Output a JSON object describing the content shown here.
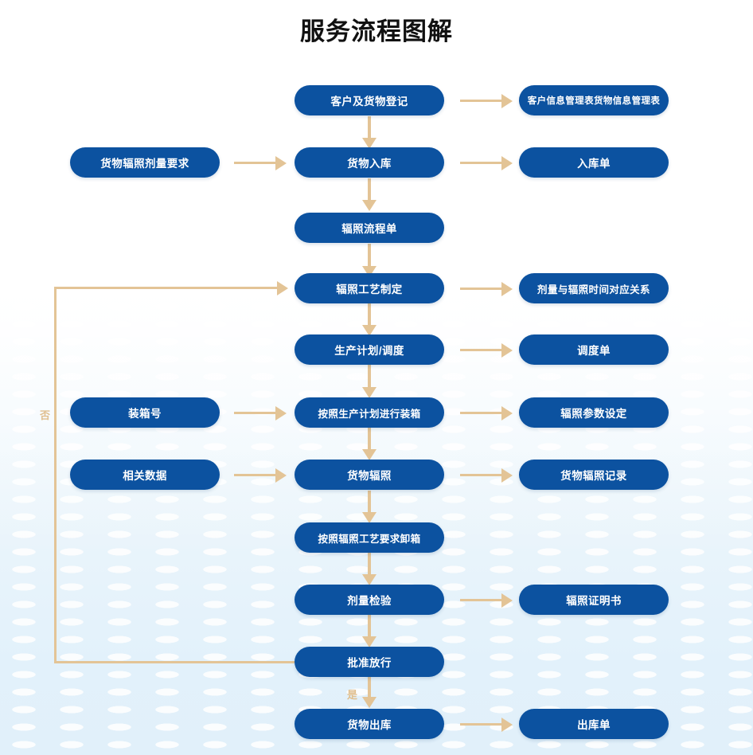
{
  "title": "服务流程图解",
  "theme": {
    "node_fill": "#0c52a0",
    "node_text": "#ffffff",
    "connector": "#e3c496",
    "background_top": "#ffffff",
    "background_bottom": "#e1f0fa",
    "title_color": "#111111"
  },
  "flow": {
    "type": "flowchart",
    "orientation": "top-to-bottom",
    "main_column_nodes": [
      {
        "id": "n1",
        "label": "客户及货物登记"
      },
      {
        "id": "n2",
        "label": "货物入库"
      },
      {
        "id": "n3",
        "label": "辐照流程单"
      },
      {
        "id": "n4",
        "label": "辐照工艺制定"
      },
      {
        "id": "n5",
        "label": "生产计划/调度"
      },
      {
        "id": "n6",
        "label": "按照生产计划进行装箱"
      },
      {
        "id": "n7",
        "label": "货物辐照"
      },
      {
        "id": "n8",
        "label": "按照辐照工艺要求卸箱"
      },
      {
        "id": "n9",
        "label": "剂量检验"
      },
      {
        "id": "n10",
        "label": "批准放行"
      },
      {
        "id": "n11",
        "label": "货物出库"
      }
    ],
    "left_input_nodes": [
      {
        "id": "l2",
        "label": "货物辐照剂量要求",
        "target": "n2"
      },
      {
        "id": "l6",
        "label": "装箱号",
        "target": "n6"
      },
      {
        "id": "l7",
        "label": "相关数据",
        "target": "n7"
      }
    ],
    "right_output_nodes": [
      {
        "id": "r1",
        "label": "客户信息管理表货物信息管理表",
        "source": "n1"
      },
      {
        "id": "r2",
        "label": "入库单",
        "source": "n2"
      },
      {
        "id": "r4",
        "label": "剂量与辐照时间对应关系",
        "source": "n4"
      },
      {
        "id": "r5",
        "label": "调度单",
        "source": "n5"
      },
      {
        "id": "r6",
        "label": "辐照参数设定",
        "source": "n6"
      },
      {
        "id": "r7",
        "label": "货物辐照记录",
        "source": "n7"
      },
      {
        "id": "r9",
        "label": "辐照证明书",
        "source": "n9"
      },
      {
        "id": "r11",
        "label": "出库单",
        "source": "n11"
      }
    ],
    "edge_labels": {
      "no_branch": "否",
      "yes_branch": "是"
    },
    "feedback_loop": {
      "label": "否",
      "from": "批准放行",
      "to": "辐照工艺制定"
    }
  }
}
